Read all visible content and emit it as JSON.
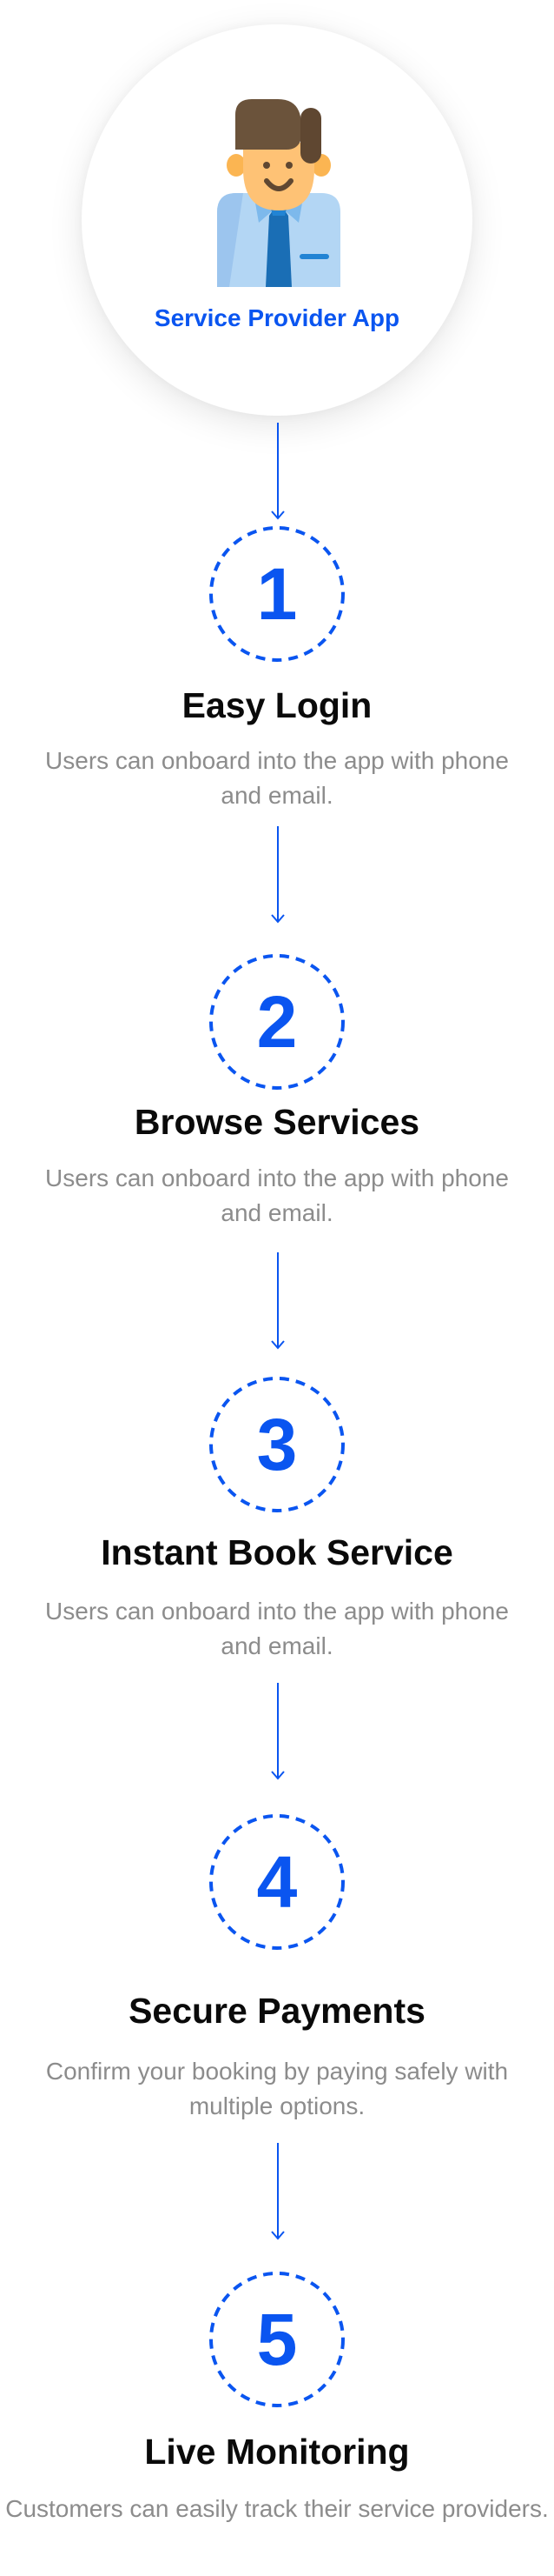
{
  "hero": {
    "title": "Service Provider App",
    "icon": "service-provider-avatar-icon"
  },
  "colors": {
    "accent": "#0a55f0",
    "title": "#0a0a0a",
    "description": "#8c8c8c"
  },
  "steps": [
    {
      "number": "1",
      "title": "Easy Login",
      "description": "Users can onboard into the app with phone and email."
    },
    {
      "number": "2",
      "title": "Browse Services",
      "description": "Users can onboard into the app with phone and email."
    },
    {
      "number": "3",
      "title": "Instant Book Service",
      "description": "Users can onboard into the app with phone and email."
    },
    {
      "number": "4",
      "title": "Secure Payments",
      "description": "Confirm your booking by paying safely with multiple options."
    },
    {
      "number": "5",
      "title": "Live Monitoring",
      "description": "Customers can easily track their service providers."
    }
  ]
}
